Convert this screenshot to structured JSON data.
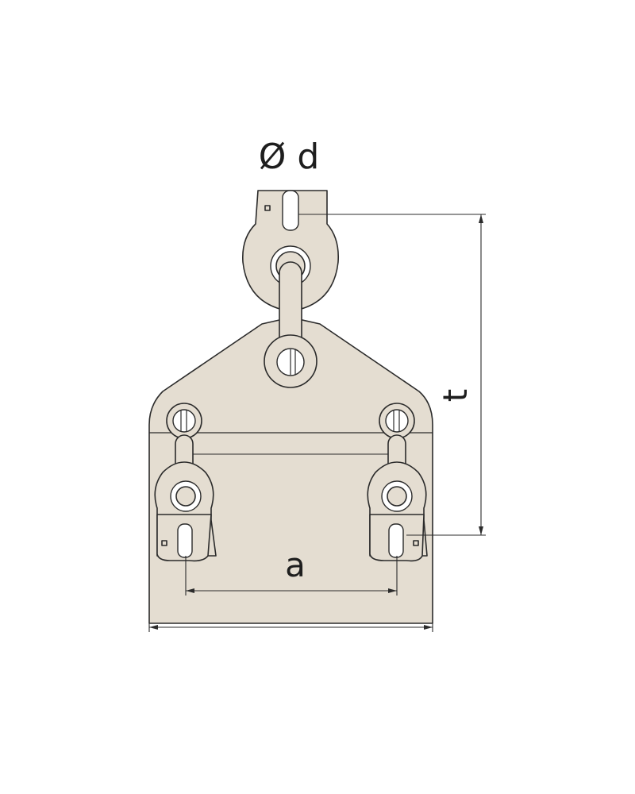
{
  "labels": {
    "diameter": "Ø d",
    "spacing": "a",
    "height": "t"
  },
  "colors": {
    "part_fill": "#e4ddd1",
    "outline": "#2b2b2b",
    "background": "#ffffff"
  }
}
